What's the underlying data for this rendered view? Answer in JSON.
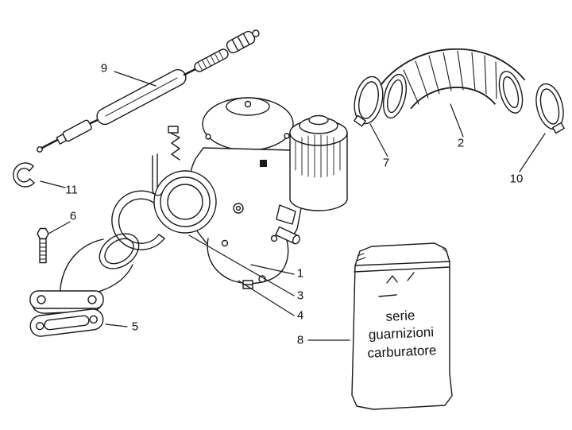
{
  "figure": {
    "colors": {
      "ink": "#1a1a1a",
      "paper": "#ffffff"
    }
  },
  "callouts": [
    {
      "label": "1"
    },
    {
      "label": "2"
    },
    {
      "label": "3"
    },
    {
      "label": "4"
    },
    {
      "label": "5"
    },
    {
      "label": "6"
    },
    {
      "label": "7"
    },
    {
      "label": "8"
    },
    {
      "label": "9"
    },
    {
      "label": "10"
    },
    {
      "label": "11"
    }
  ],
  "bag": {
    "lines": [
      "serie",
      "guarnizioni",
      "carburatore"
    ]
  }
}
